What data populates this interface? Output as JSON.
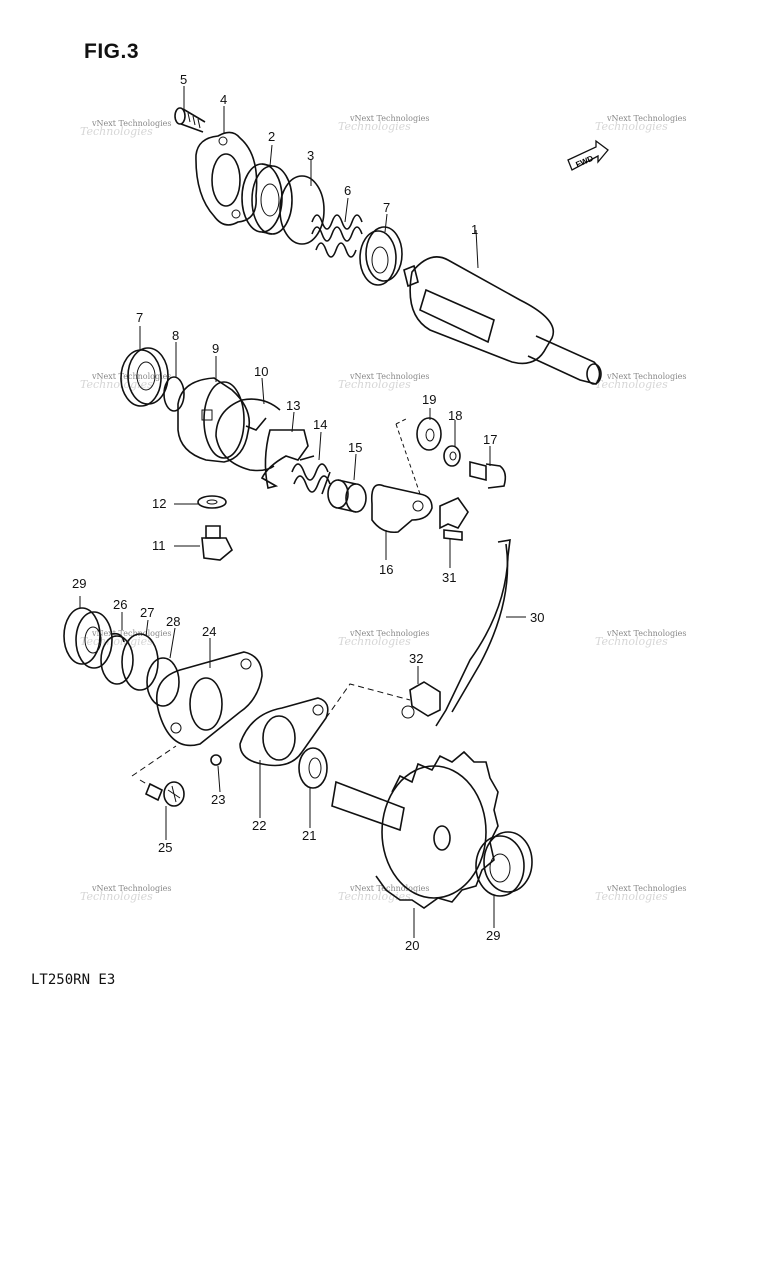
{
  "figure": {
    "title": "FIG.3",
    "model": "LT250RN  E3",
    "fwd": "FWD"
  },
  "watermark": {
    "line1": "vNext Technologies",
    "line2": "Technologies"
  },
  "callouts": [
    "1",
    "2",
    "3",
    "4",
    "5",
    "6",
    "7",
    "7",
    "8",
    "9",
    "10",
    "11",
    "12",
    "13",
    "14",
    "15",
    "16",
    "17",
    "18",
    "19",
    "20",
    "21",
    "22",
    "23",
    "24",
    "25",
    "26",
    "27",
    "28",
    "29",
    "29",
    "30",
    "31",
    "32"
  ]
}
